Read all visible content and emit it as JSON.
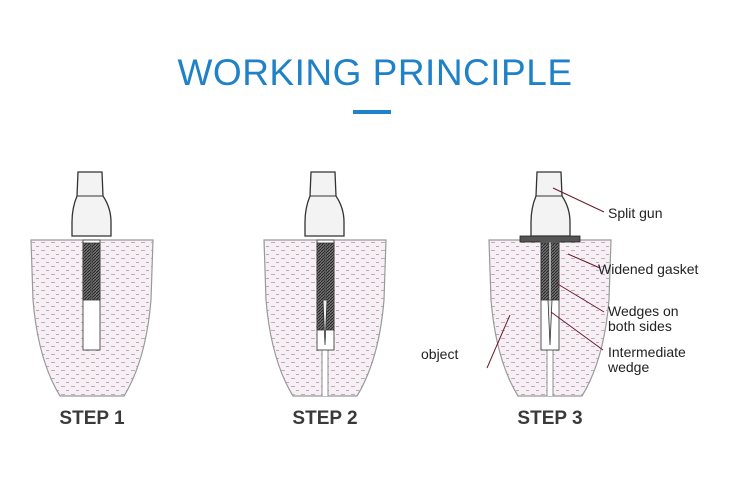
{
  "header": {
    "title": "WORKING PRINCIPLE",
    "accent_color": "#1f82c8"
  },
  "steps": [
    {
      "label": "STEP 1"
    },
    {
      "label": "STEP 2"
    },
    {
      "label": "STEP 3"
    }
  ],
  "callouts": {
    "split_gun": "Split gun",
    "widened_gasket": "Widened gasket",
    "wedges_line1": "Wedges on",
    "wedges_line2": "both sides",
    "intermediate_line1": "Intermediate",
    "intermediate_line2": "wedge",
    "object": "object"
  }
}
